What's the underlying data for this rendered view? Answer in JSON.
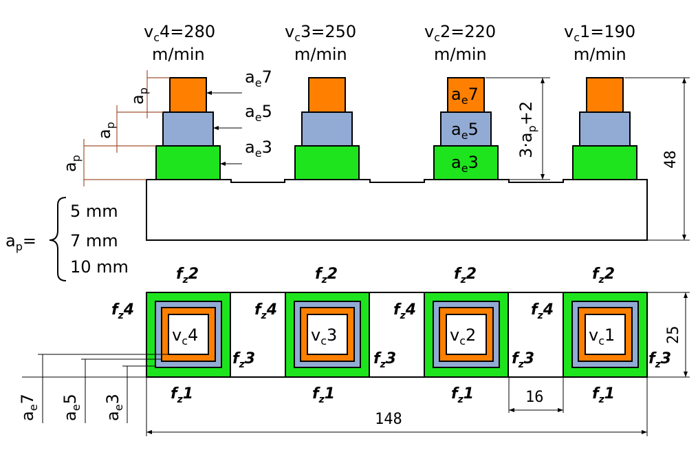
{
  "speeds": [
    {
      "label": "c4=280",
      "unit": "m/min",
      "center": "c4"
    },
    {
      "label": "c3=250",
      "unit": "m/min",
      "center": "c3"
    },
    {
      "label": "c2=220",
      "unit": "m/min",
      "center": "c2"
    },
    {
      "label": "c1=190",
      "unit": "m/min",
      "center": "c1"
    }
  ],
  "ae_labels": {
    "top": "e7",
    "mid": "e5",
    "low": "e3"
  },
  "ap_label": "p",
  "ap_options": {
    "prefix": "a",
    "sub": "p",
    "eq": "=",
    "values": [
      "5 mm",
      "7 mm",
      "10 mm"
    ]
  },
  "height_formula": {
    "pre": "3·a",
    "sub": "p",
    "post": "+2"
  },
  "dimensions": {
    "height": "48",
    "width": "25",
    "spacing": "16",
    "total": "148"
  },
  "feed": {
    "top": "2",
    "bottom": "1",
    "right": "3",
    "left": "4"
  },
  "colors": {
    "orange": "#ff8000",
    "blue": "#92abd4",
    "green": "#1ee41e"
  }
}
